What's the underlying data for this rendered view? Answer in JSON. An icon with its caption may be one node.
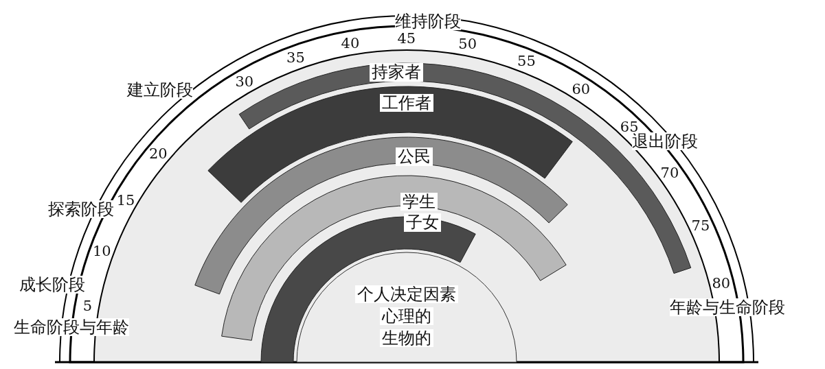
{
  "diagram": {
    "nodes": [
      {
        "text": [
          "持家者"
        ]
      },
      {
        "text": [
          "工作者"
        ]
      },
      {
        "text": [
          "公民"
        ]
      },
      {
        "text": [
          "学生"
        ]
      },
      {
        "text": [
          "子女"
        ]
      },
      {
        "text": [
          "个人决定因素",
          "心理的",
          "生物的"
        ]
      }
    ],
    "labels": [
      "维持阶段",
      "35",
      "40",
      "45",
      "50",
      "30",
      "55",
      "建立阶段",
      "60",
      "65",
      "退出阶段",
      "20",
      "15",
      "探索阶段",
      "70",
      "10",
      "75",
      "成长阶段",
      "80",
      "5",
      "年龄与生命阶段",
      "生命阶段与年龄"
    ]
  }
}
